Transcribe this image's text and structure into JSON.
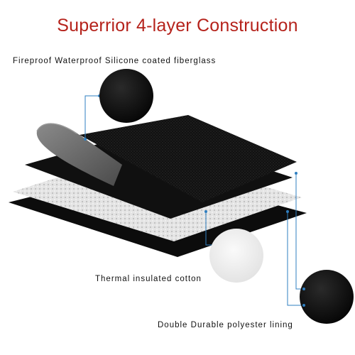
{
  "title": "Superrior 4-layer Construction",
  "colors": {
    "title": "#b5221b",
    "leader": "#2f7fc1",
    "black_layer": "#111111",
    "cotton_layer": "#dcdcdc",
    "peel_layer": "#6e6e6e"
  },
  "layers": [
    {
      "label": "Fireproof Waterproof Silicone coated fiberglass",
      "swatch": "black-fiberglass"
    },
    {
      "label": "Thermal insulated cotton",
      "swatch": "white-cotton"
    },
    {
      "label": "Double Durable polyester lining",
      "swatch": "black-polyester"
    }
  ]
}
